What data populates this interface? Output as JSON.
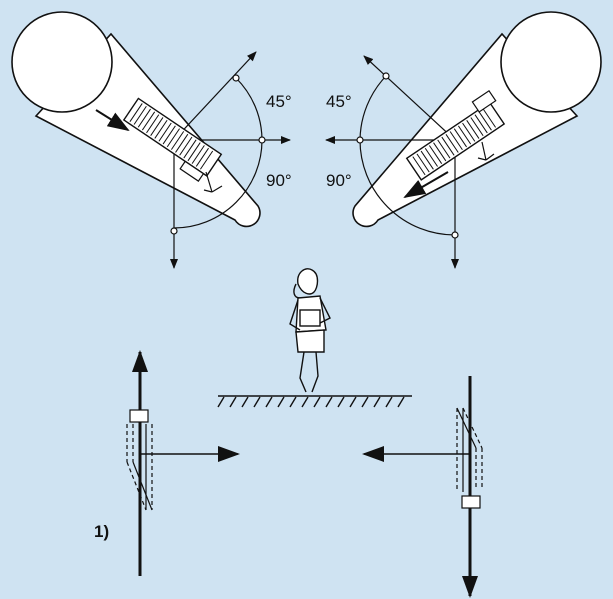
{
  "colors": {
    "background": "#cfe3f2",
    "line": "#111111",
    "fill": "#ffffff"
  },
  "labels": {
    "left_angle_top": "45°",
    "left_angle_bottom": "90°",
    "right_angle_top": "45°",
    "right_angle_bottom": "90°",
    "footnote": "1)"
  },
  "icons": [
    "air-curtain-unit-icon",
    "woman-walking-icon",
    "floor-hatch-icon",
    "direction-arrow-icon"
  ]
}
